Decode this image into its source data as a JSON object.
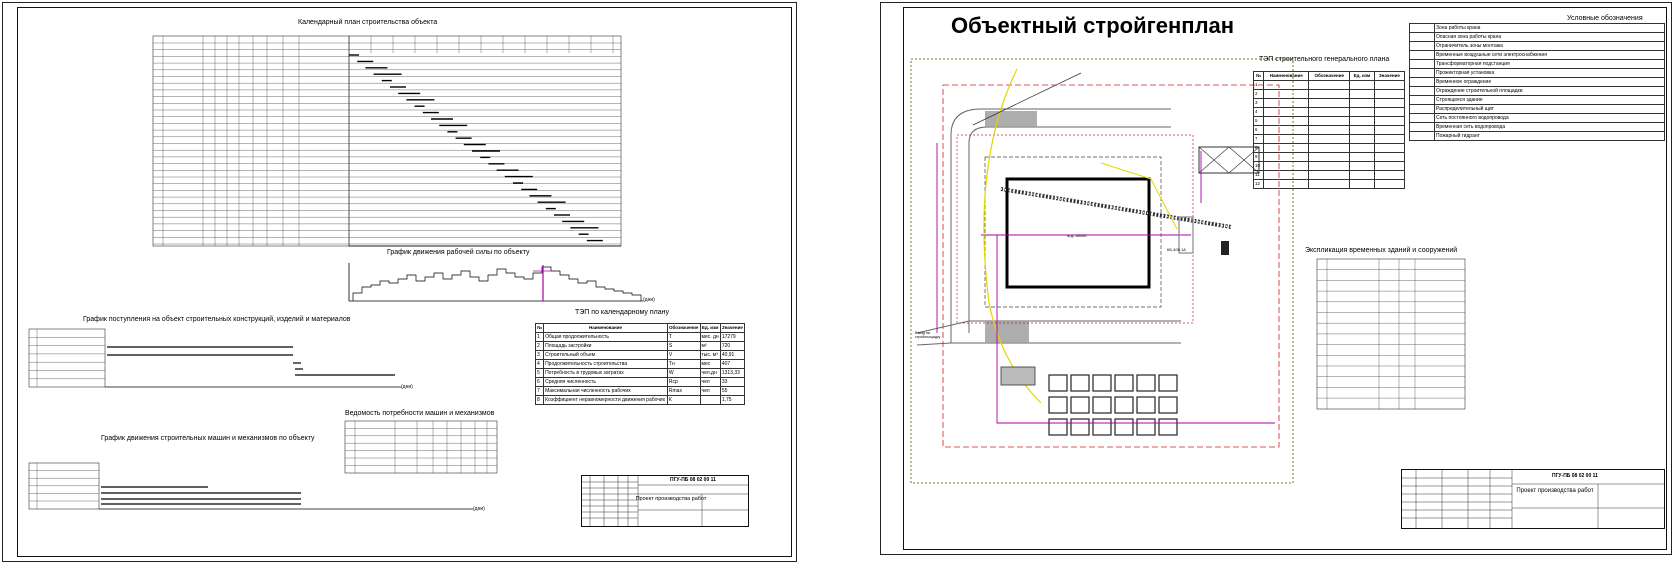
{
  "left_sheet": {
    "calendar_title": "Календарный план строительства объекта",
    "workforce_title": "График движения рабочей силы по объекту",
    "materials_title": "График поступления на объект строительных конструкций, изделий и материалов",
    "machines_title": "График движения строительных машин и механизмов по объекту",
    "machines_need_title": "Ведомость потребности машин и механизмов",
    "tep_title": "ТЭП по календарному плану",
    "tep_headers": [
      "№",
      "Наименование",
      "Обозначение",
      "Ед. изм",
      "Значение"
    ],
    "tep_rows": [
      [
        "1",
        "Общая продолжительность",
        "Т",
        "мес. дн",
        "17279"
      ],
      [
        "2",
        "Площадь застройки",
        "S",
        "м²",
        "720"
      ],
      [
        "3",
        "Строительный объем",
        "V",
        "тыс. м³",
        "40,91"
      ],
      [
        "4",
        "Продолжительность строительства",
        "Тн",
        "мес",
        "407"
      ],
      [
        "5",
        "Потребность в трудовых затратах",
        "W",
        "чел.дн",
        "1313,33"
      ],
      [
        "6",
        "Средняя численность",
        "Rср",
        "чел",
        "33"
      ],
      [
        "7",
        "Максимальная численность рабочих",
        "Rmax",
        "чел",
        "55"
      ],
      [
        "8",
        "Коэффициент неравномерности движения рабочих",
        "К",
        "",
        "1,75"
      ]
    ],
    "axis_unit": "(дни)",
    "stamp_cipher": "ПГУ-ПБ 08 02 00 11",
    "stamp_name": "Проект производства работ"
  },
  "right_sheet": {
    "title": "Объектный стройгенплан",
    "tep_title": "ТЭП строительного генерального плана",
    "tep_headers": [
      "№",
      "Наименование",
      "Обозначение",
      "Ед. изм",
      "Значение"
    ],
    "explication_title": "Экспликация временных зданий и сооружений",
    "legend_title": "Условные обозначения",
    "legend_items": [
      "Зона работы крана",
      "Опасная зона работы крана",
      "Ограничитель зоны монтажа",
      "Временные воздушные сети электроснабжения",
      "Трансформаторная подстанция",
      "Прожекторная установка",
      "Временное ограждение",
      "Ограждение строительной площадки",
      "Строящееся здание",
      "Распределительный щит",
      "Сеть постоянного водопровода",
      "Временная сеть водопровода",
      "Пожарный гидрант"
    ],
    "building_label": "ж.д.-30х30",
    "crane_label": "КБ-405.1А",
    "gate_label": "Въезд на стройплощадку",
    "stamp_cipher": "ПГУ-ПБ 08 02 00 11",
    "stamp_name": "Проект производства работ"
  }
}
